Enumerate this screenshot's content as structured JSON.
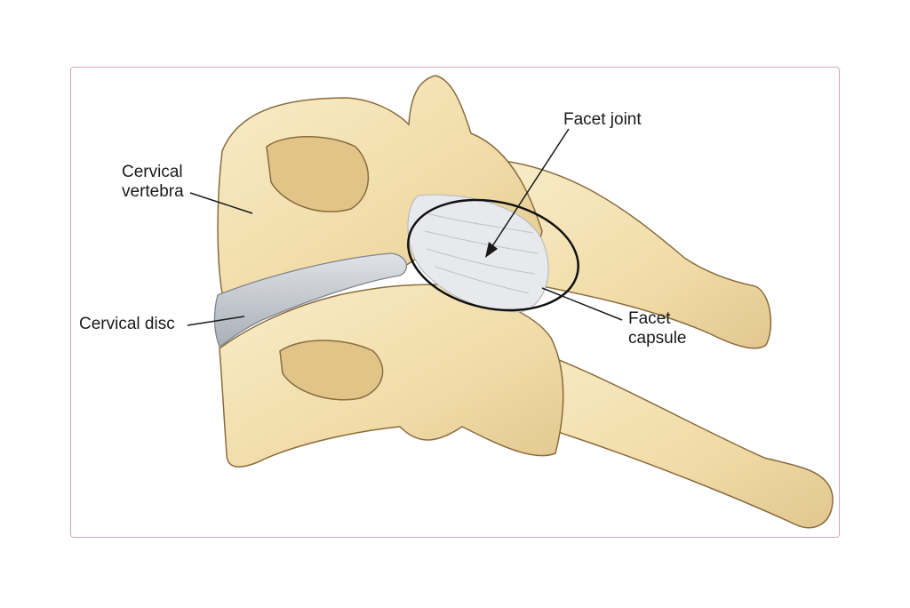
{
  "labels": {
    "facet_joint": "Facet joint",
    "cervical_vertebra_line1": "Cervical",
    "cervical_vertebra_line2": "vertebra",
    "cervical_disc": "Cervical disc",
    "facet_capsule_line1": "Facet",
    "facet_capsule_line2": "capsule"
  },
  "colors": {
    "bone": "#f4e3b5",
    "bone_shadow": "#ddc286",
    "disc": "#c7ccd3",
    "capsule": "#e6e7ea",
    "frame": "#d9a9b4"
  }
}
